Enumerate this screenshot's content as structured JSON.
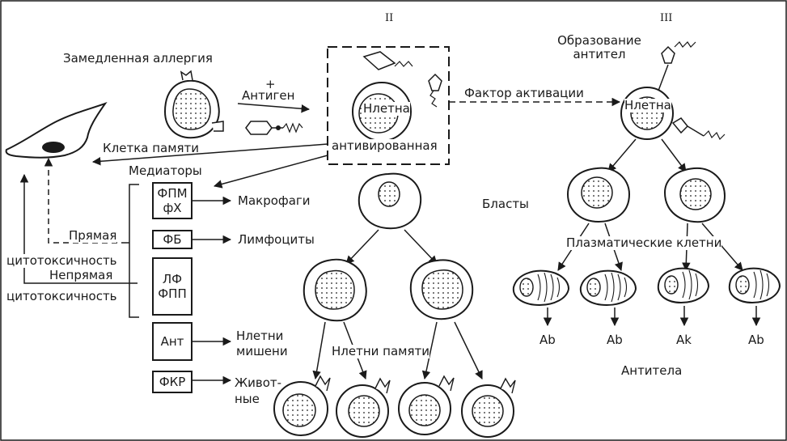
{
  "section_labels": {
    "ii": "II",
    "iii": "III"
  },
  "left": {
    "delayed_allergy": "Замедленная аллергия",
    "plus": "+",
    "antigen": "Антиген",
    "memory_cell": "Клетка памяти",
    "mediators": "Медиаторы",
    "direct": "Прямая",
    "cytotox_1": "цитотоксичность",
    "indirect": "Непрямая",
    "cytotox_2": "цитотоксичность"
  },
  "activated": {
    "cell": "Нлетна",
    "activated": "антивированная"
  },
  "mediator_boxes": [
    {
      "lines": [
        "ФПМ",
        "фХ"
      ],
      "target": "Макрофаги"
    },
    {
      "lines": [
        "ФБ"
      ],
      "target": "Лимфоциты"
    },
    {
      "lines": [
        "ЛФ",
        "ФПП"
      ],
      "target": ""
    },
    {
      "lines": [
        "Ант"
      ],
      "target_lines": [
        "Нлетни",
        "мишени"
      ]
    },
    {
      "lines": [
        "ФКР"
      ],
      "target_lines": [
        "Живот-",
        "ные"
      ]
    }
  ],
  "middle": {
    "memory_cells": "Нлетни памяти"
  },
  "right": {
    "antibody_formation_1": "Образование",
    "antibody_formation_2": "антител",
    "activation_factor": "Фактор активации",
    "cell": "Нлетна",
    "blasts": "Бласты",
    "plasma_cells": "Плазматические клетни",
    "ab": [
      "Ab",
      "Ab",
      "Ak",
      "Ab"
    ],
    "antibodies": "Антитела"
  },
  "colors": {
    "ink": "#1a1a1a",
    "paper": "#ffffff"
  }
}
